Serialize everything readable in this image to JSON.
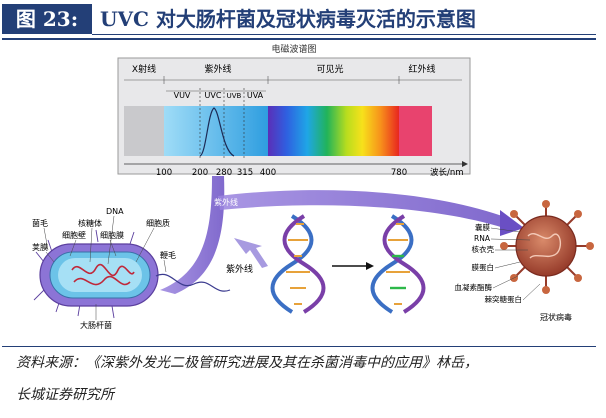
{
  "figure": {
    "label": "图 23:",
    "title": "UVC 对大肠杆菌及冠状病毒灭活的示意图"
  },
  "spectrum": {
    "title": "电磁波谱图",
    "regions": [
      "X射线",
      "紫外线",
      "可见光",
      "红外线"
    ],
    "uv_bands": [
      "VUV",
      "UVC",
      "UVB",
      "UVA"
    ],
    "ticks": [
      "100",
      "200",
      "280",
      "315",
      "400",
      "780"
    ],
    "axis_label": "波长/nm"
  },
  "bacterium": {
    "labels": {
      "pili": "菌毛",
      "ribosome": "核糖体",
      "dna": "DNA",
      "cytoplasm": "细胞质",
      "capsule": "荚膜",
      "cell_wall": "细胞壁",
      "membrane": "细胞膜",
      "flagellum": "鞭毛",
      "name": "大肠杆菌"
    }
  },
  "uv_beam": {
    "label": "紫外线"
  },
  "uv_arrow": {
    "label": "紫外线"
  },
  "virus": {
    "labels": {
      "envelope": "囊膜",
      "rna": "RNA",
      "nucleocapsid": "核衣壳",
      "m_protein": "膜蛋白",
      "hemagglutinin": "血凝素酯酶",
      "spike": "棘突糖蛋白",
      "name": "冠状病毒"
    }
  },
  "source": {
    "line1": "资料来源：《深紫外发光二极管研究进展及其在杀菌消毒中的应用》林岳，",
    "line2": "长城证券研究所"
  },
  "colors": {
    "brand": "#233f77",
    "beam": "#8a6fd0",
    "bacteria_body": "#7a62c8",
    "virus_body": "#b5533c",
    "helix_a": "#3b6fc4",
    "helix_b": "#7a3fa8"
  }
}
